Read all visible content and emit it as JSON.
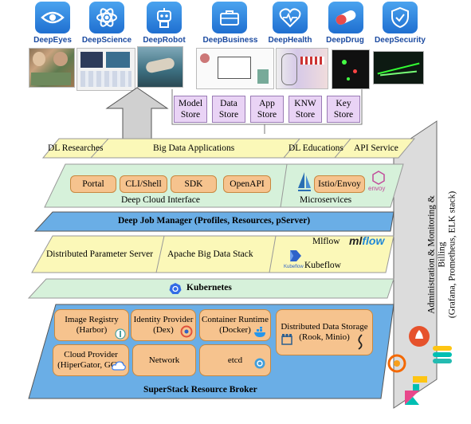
{
  "apps": [
    {
      "label": "DeepEyes",
      "icon": "eye-icon"
    },
    {
      "label": "DeepScience",
      "icon": "atom-icon"
    },
    {
      "label": "DeepRobot",
      "icon": "robot-icon"
    },
    {
      "label": "DeepBusiness",
      "icon": "briefcase-icon"
    },
    {
      "label": "DeepHealth",
      "icon": "heart-pulse-icon"
    },
    {
      "label": "DeepDrug",
      "icon": "pill-icon"
    },
    {
      "label": "DeepSecurity",
      "icon": "shield-icon"
    }
  ],
  "stores": [
    {
      "line1": "Model",
      "line2": "Store"
    },
    {
      "line1": "Data",
      "line2": "Store"
    },
    {
      "line1": "App",
      "line2": "Store"
    },
    {
      "line1": "KNW",
      "line2": "Store"
    },
    {
      "line1": "Key",
      "line2": "Store"
    }
  ],
  "app_layer": {
    "dl_researches": "DL Researches",
    "big_data_applications": "Big Data Applications",
    "dl_educations": "DL Educations",
    "api_service": "API Service"
  },
  "cloud_interface": {
    "portal": "Portal",
    "cli_shell": "CLI/Shell",
    "sdk": "SDK",
    "openapi": "OpenAPI",
    "title": "Deep Cloud Interface",
    "istio_envoy": "Istio/Envoy",
    "envoy_logo": "envoy",
    "microservices": "Microservices"
  },
  "job_manager": "Deep Job Manager (Profiles, Resources, pServer)",
  "compute": {
    "parameter_server": "Distributed Parameter Server",
    "spark": "Apache Big Data Stack",
    "mlflow": "Mlflow",
    "mlflow_logo_a": "ml",
    "mlflow_logo_b": "flow",
    "kubeflow": "Kubeflow",
    "kubeflow_logo_text": "Kubeflow"
  },
  "kubernetes": "Kubernetes",
  "resource": {
    "image_registry_1": "Image Registry",
    "image_registry_2": "(Harbor)",
    "identity_1": "Identity Provider",
    "identity_2": "(Dex)",
    "runtime_1": "Container Runtime",
    "runtime_2": "(Docker)",
    "storage_1": "Distributed Data Storage",
    "storage_2": "(Rook, Minio)",
    "cloud_1": "Cloud Provider",
    "cloud_2": "(HiperGator, GCP)",
    "network": "Network",
    "etcd": "etcd",
    "title": "SuperStack Resource Broker"
  },
  "admin_panel": {
    "line1": "Administration & Monitoring & Billing",
    "line2": "(Grafana, Prometheus, ELK stack)"
  },
  "colors": {
    "yellow_band": "#fbf8b8",
    "green_band": "#d6f1da",
    "blue_band": "#6aaee6",
    "orange_cell": "#f6c38e",
    "store_purple": "#e9d3f5",
    "arrow_gray": "#d0d0d0",
    "app_icon_blue": "#2f86e0"
  }
}
